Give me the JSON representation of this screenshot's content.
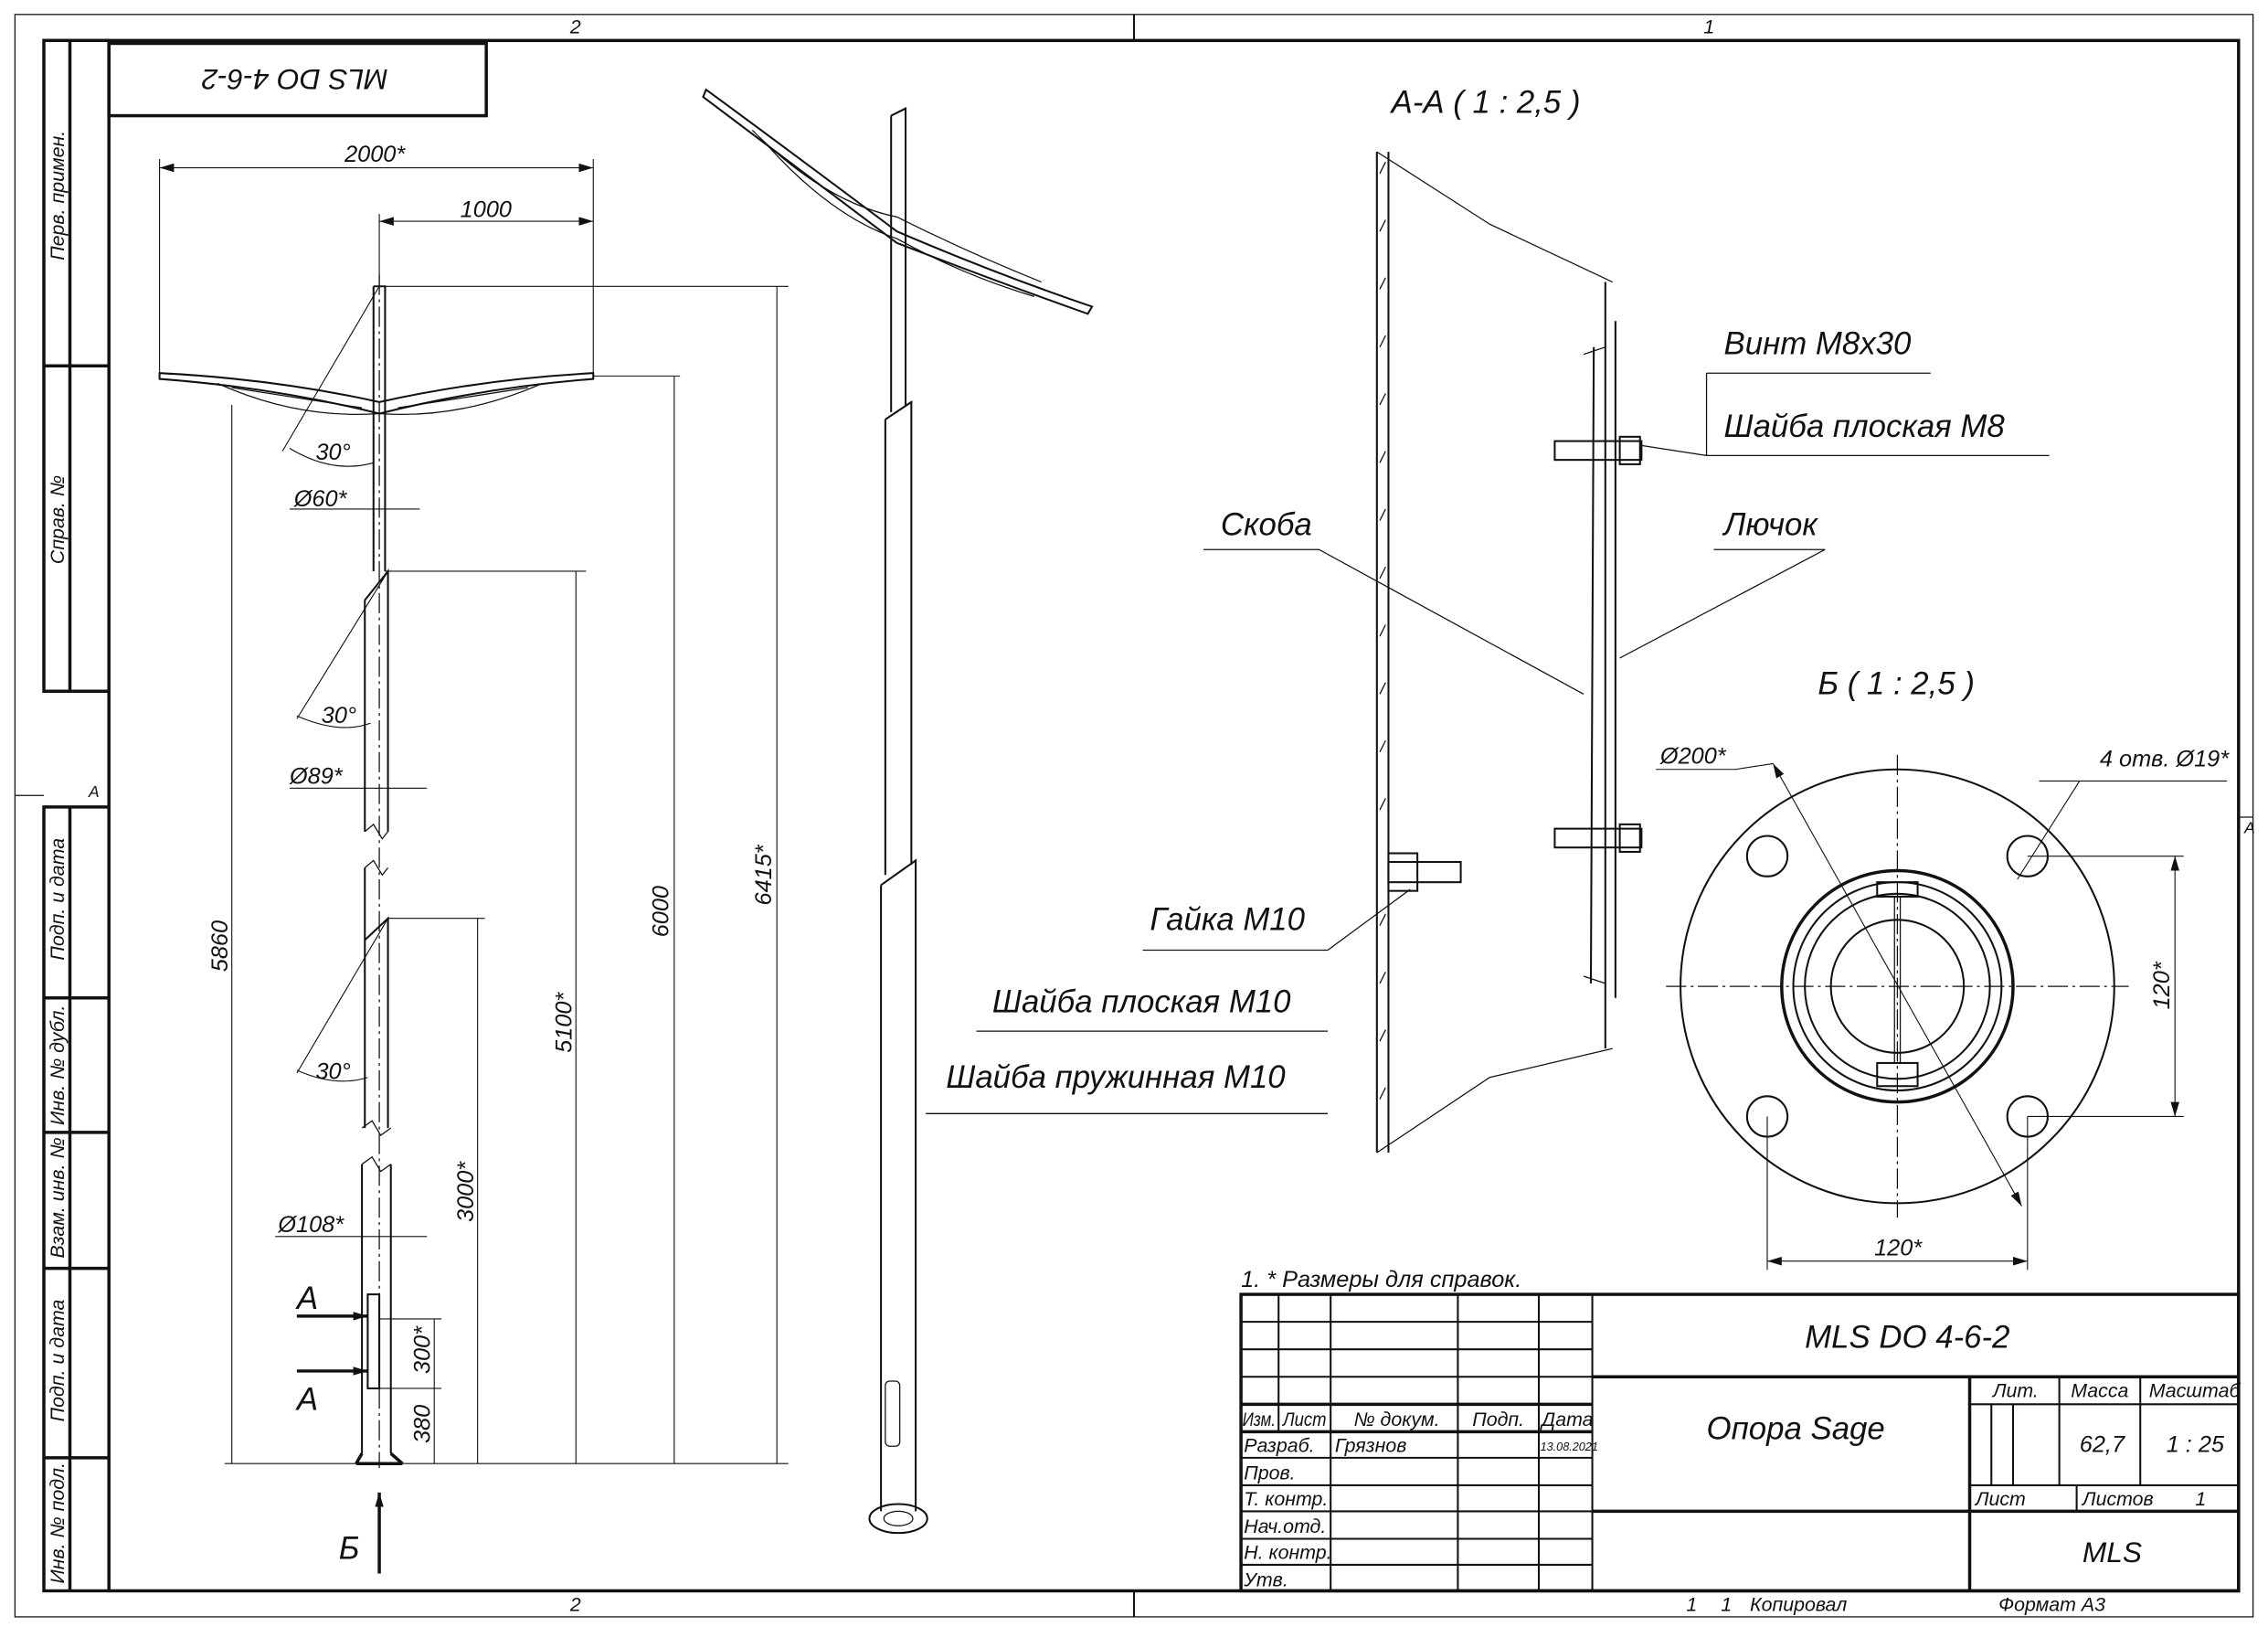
{
  "sheet": {
    "zones_top": [
      "2",
      "1"
    ],
    "zones_bottom": [
      "2",
      "1"
    ],
    "zone_side_left": "A",
    "zone_side_right": "A",
    "rotated_designation": "MLS DO 4-6-2",
    "side_strip": [
      "Перв. примен.",
      "Справ. №",
      "Подп. и дата",
      "Инв. № дубл.",
      "Взам. инв. №",
      "Подп. и дата",
      "Инв. № подл."
    ]
  },
  "elevation": {
    "dims": {
      "arm_span": "2000*",
      "arm_half": "1000",
      "angle_top": "30°",
      "d_top": "Ø60*",
      "angle_mid": "30°",
      "d_mid": "Ø89*",
      "angle_low": "30°",
      "d_low": "Ø108*",
      "h_5860": "5860",
      "h_6000": "6000",
      "h_6415": "6415*",
      "h_5100": "5100*",
      "h_3000": "3000*",
      "h_300": "300*",
      "h_380": "380"
    },
    "section_a_top": "А",
    "section_a_bottom": "А",
    "view_b": "Б"
  },
  "section_aa": {
    "title": "А-А ( 1 : 2,5 )",
    "callouts": {
      "screw": "Винт М8х30",
      "washer_m8": "Шайба плоская М8",
      "bracket": "Скоба",
      "hatch": "Лючок",
      "nut": "Гайка М10",
      "washer_m10": "Шайба плоская М10",
      "spring_washer": "Шайба пружинная М10"
    }
  },
  "view_b": {
    "title": "Б ( 1 : 2,5 )",
    "d_flange": "Ø200*",
    "holes": "4 отв. Ø19*",
    "spacing_v": "120*",
    "spacing_h": "120*"
  },
  "notes": [
    "1. * Размеры для справок."
  ],
  "title_block": {
    "designation": "MLS DO 4-6-2",
    "name": "Опора Sage",
    "headers": [
      "Изм.",
      "Лист",
      "№ докум.",
      "Подп.",
      "Дата"
    ],
    "roles": [
      "Разраб.",
      "Пров.",
      "Т. контр.",
      "Нач.отд.",
      "Н. контр.",
      "Утв."
    ],
    "developer": "Грязнов",
    "date": "13.08.2021",
    "lit_label": "Лит.",
    "mass_label": "Масса",
    "scale_label": "Масштаб",
    "mass": "62,7",
    "scale": "1 : 25",
    "sheet_label": "Лист",
    "sheets_label": "Листов",
    "sheets": "1",
    "org": "MLS"
  },
  "footer": {
    "num": "1",
    "copied": "Копировал",
    "format": "Формат А3"
  }
}
